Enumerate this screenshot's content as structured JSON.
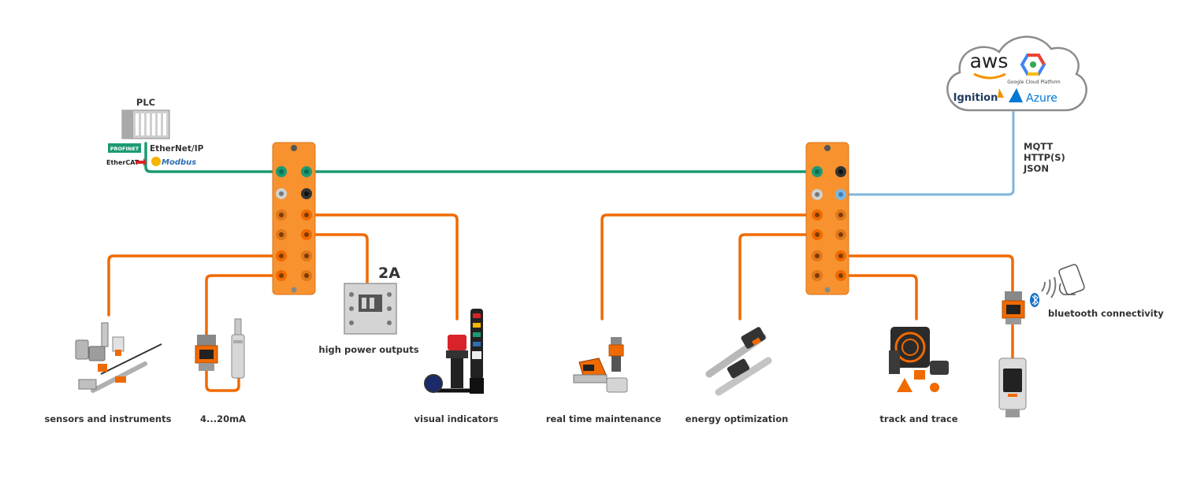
{
  "colors": {
    "orange": "#f06a00",
    "module": "#f7922f",
    "green": "#1c9a73",
    "blue": "#7fb6dc",
    "gray": "#9a9a9a"
  },
  "plc": {
    "title": "PLC",
    "protocols": [
      "EtherNet/IP",
      "Modbus",
      "EtherCAT",
      "PROFINET"
    ]
  },
  "cloud": {
    "providers": [
      "aws",
      "Google Cloud Platform",
      "Ignition",
      "Azure"
    ],
    "protocols": [
      "MQTT",
      "HTTP(S)",
      "JSON"
    ]
  },
  "relay_rating": "2A",
  "icons": [
    "cloud-icon",
    "plc-rack-icon",
    "relay-icon",
    "smartphone-icon",
    "bluetooth-icon",
    "wireless-waves-icon"
  ],
  "labels": {
    "sensors": "sensors and instruments",
    "analog": "4...20mA",
    "power": "high power outputs",
    "visual": "visual indicators",
    "maintenance": "real time maintenance",
    "energy": "energy optimization",
    "track": "track and trace",
    "bluetooth": "bluetooth connectivity"
  }
}
